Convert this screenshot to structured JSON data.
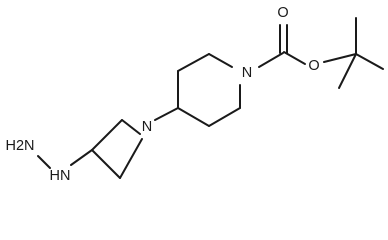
{
  "molecule": {
    "atom_labels": {
      "carbonyl_oxygen": "O",
      "ester_oxygen": "O",
      "piperidine_nitrogen": "N",
      "azetidine_nitrogen": "N",
      "hydrazine_nh": "HN",
      "hydrazine_nh2": "H2N"
    }
  }
}
